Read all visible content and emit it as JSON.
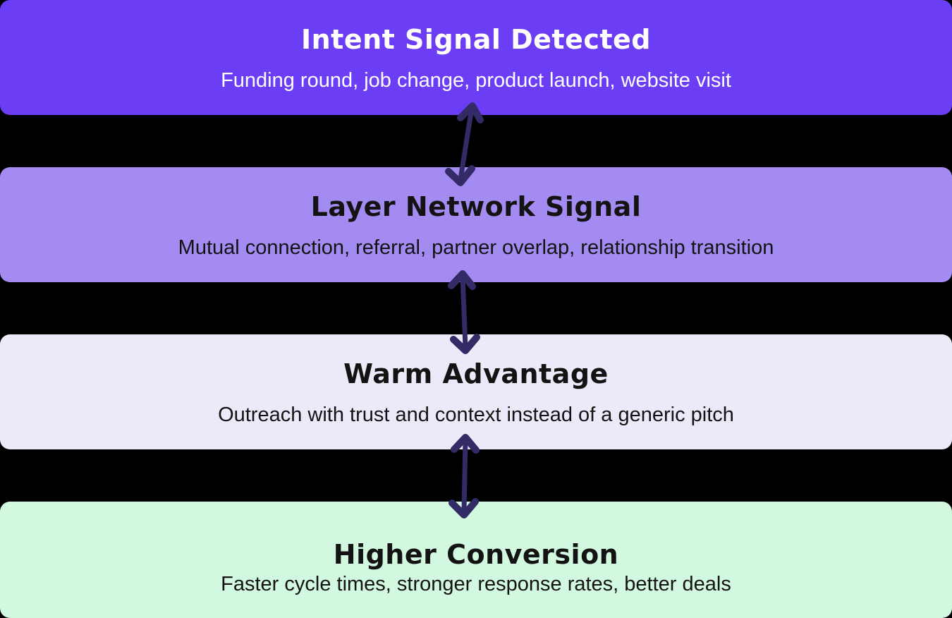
{
  "diagram": {
    "background_color": "#000000",
    "arrow_color": "#332B66",
    "connector_icon": "double-headed-arrow",
    "steps": [
      {
        "title": "Intent Signal Detected",
        "subtitle": "Funding round, job change, product launch, website visit",
        "bg": "#6B3DF4",
        "text_color": "#FFFFFF"
      },
      {
        "title": "Layer Network Signal",
        "subtitle": "Mutual connection, referral, partner overlap, relationship transition",
        "bg": "#A38BF2",
        "text_color": "#131313"
      },
      {
        "title": "Warm Advantage",
        "subtitle": "Outreach with trust and context instead of a generic pitch",
        "bg": "#ECEAF9",
        "text_color": "#131313"
      },
      {
        "title": "Higher Conversion",
        "subtitle": "Faster cycle times, stronger response rates, better deals",
        "bg": "#D3F8E0",
        "text_color": "#131313"
      }
    ]
  }
}
